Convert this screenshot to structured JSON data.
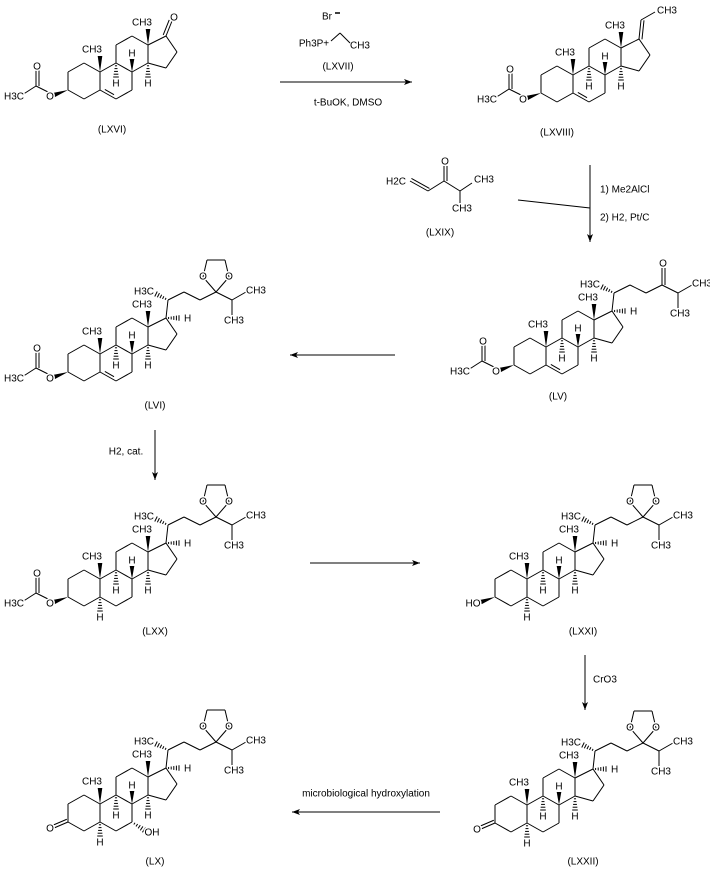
{
  "compounds": {
    "LXVI": "(LXVI)",
    "LXVII": "(LXVII)",
    "LXVIII": "(LXVIII)",
    "LXIX": "(LXIX)",
    "LV": "(LV)",
    "LVI": "(LVI)",
    "LXX": "(LXX)",
    "LXXI": "(LXXI)",
    "LXXII": "(LXXII)",
    "LX": "(LX)"
  },
  "reagents": {
    "bromide": "Br",
    "bromide_charge": "-",
    "phosphonium": "Ph3P+",
    "ethyl_methyl": "CH3",
    "wittig_conditions": "t-BuOK, DMSO",
    "step1": "1) Me2AlCl",
    "step2": "2) H2, Pt/C",
    "hydrogenation": "H2, cat.",
    "oxidation": "CrO3",
    "hydroxylation": "microbiological hydroxylation"
  },
  "atoms": {
    "H": "H",
    "O": "O",
    "OH": "OH",
    "HO": "HO",
    "H3C": "H3C",
    "CH3": "CH3",
    "H2C": "H2C"
  }
}
